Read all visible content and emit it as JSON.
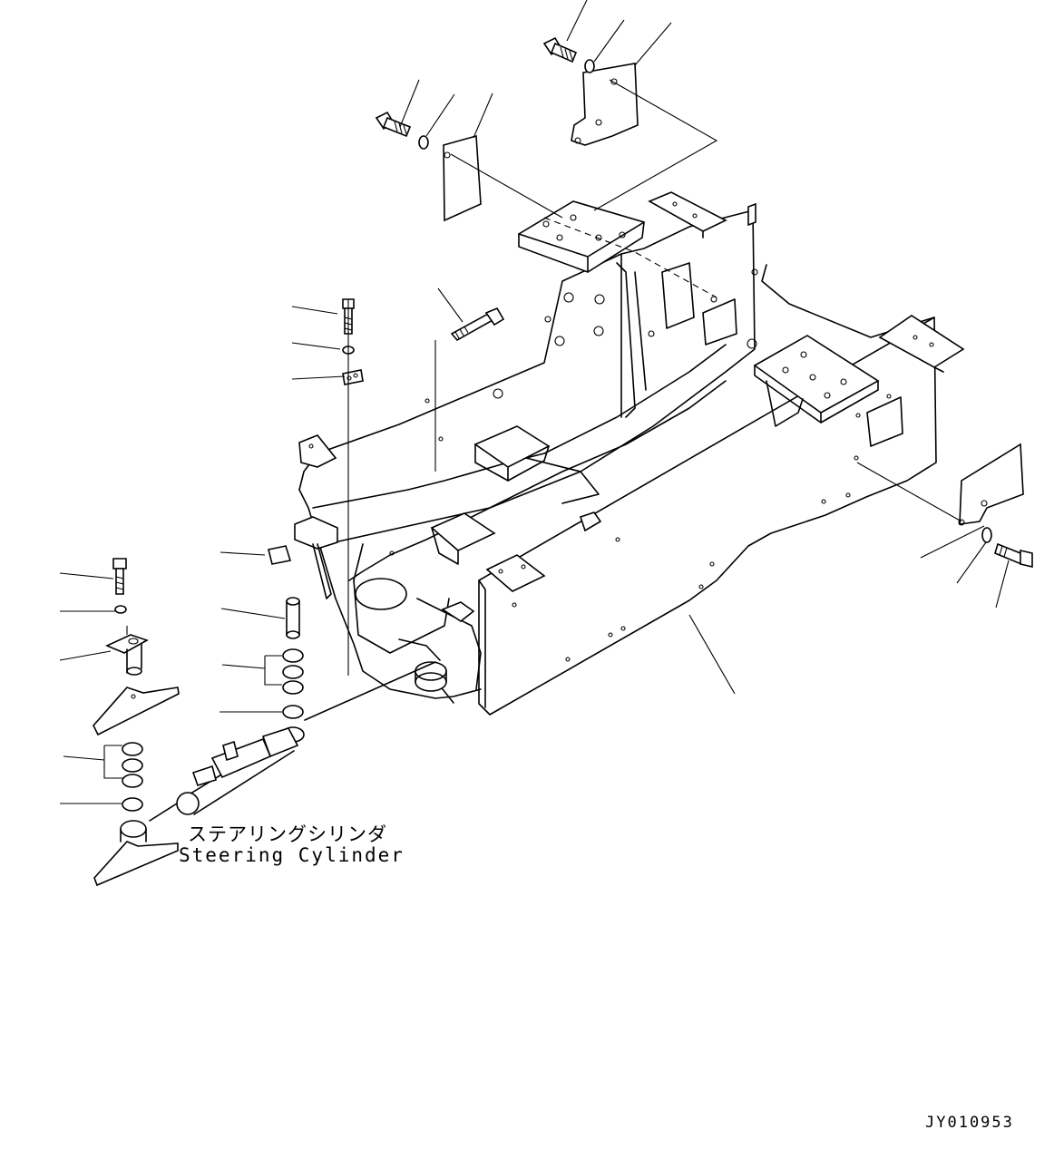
{
  "caption": {
    "japanese": "ステアリングシリンダ",
    "english": "Steering Cylinder"
  },
  "drawing_number": "JY010953"
}
